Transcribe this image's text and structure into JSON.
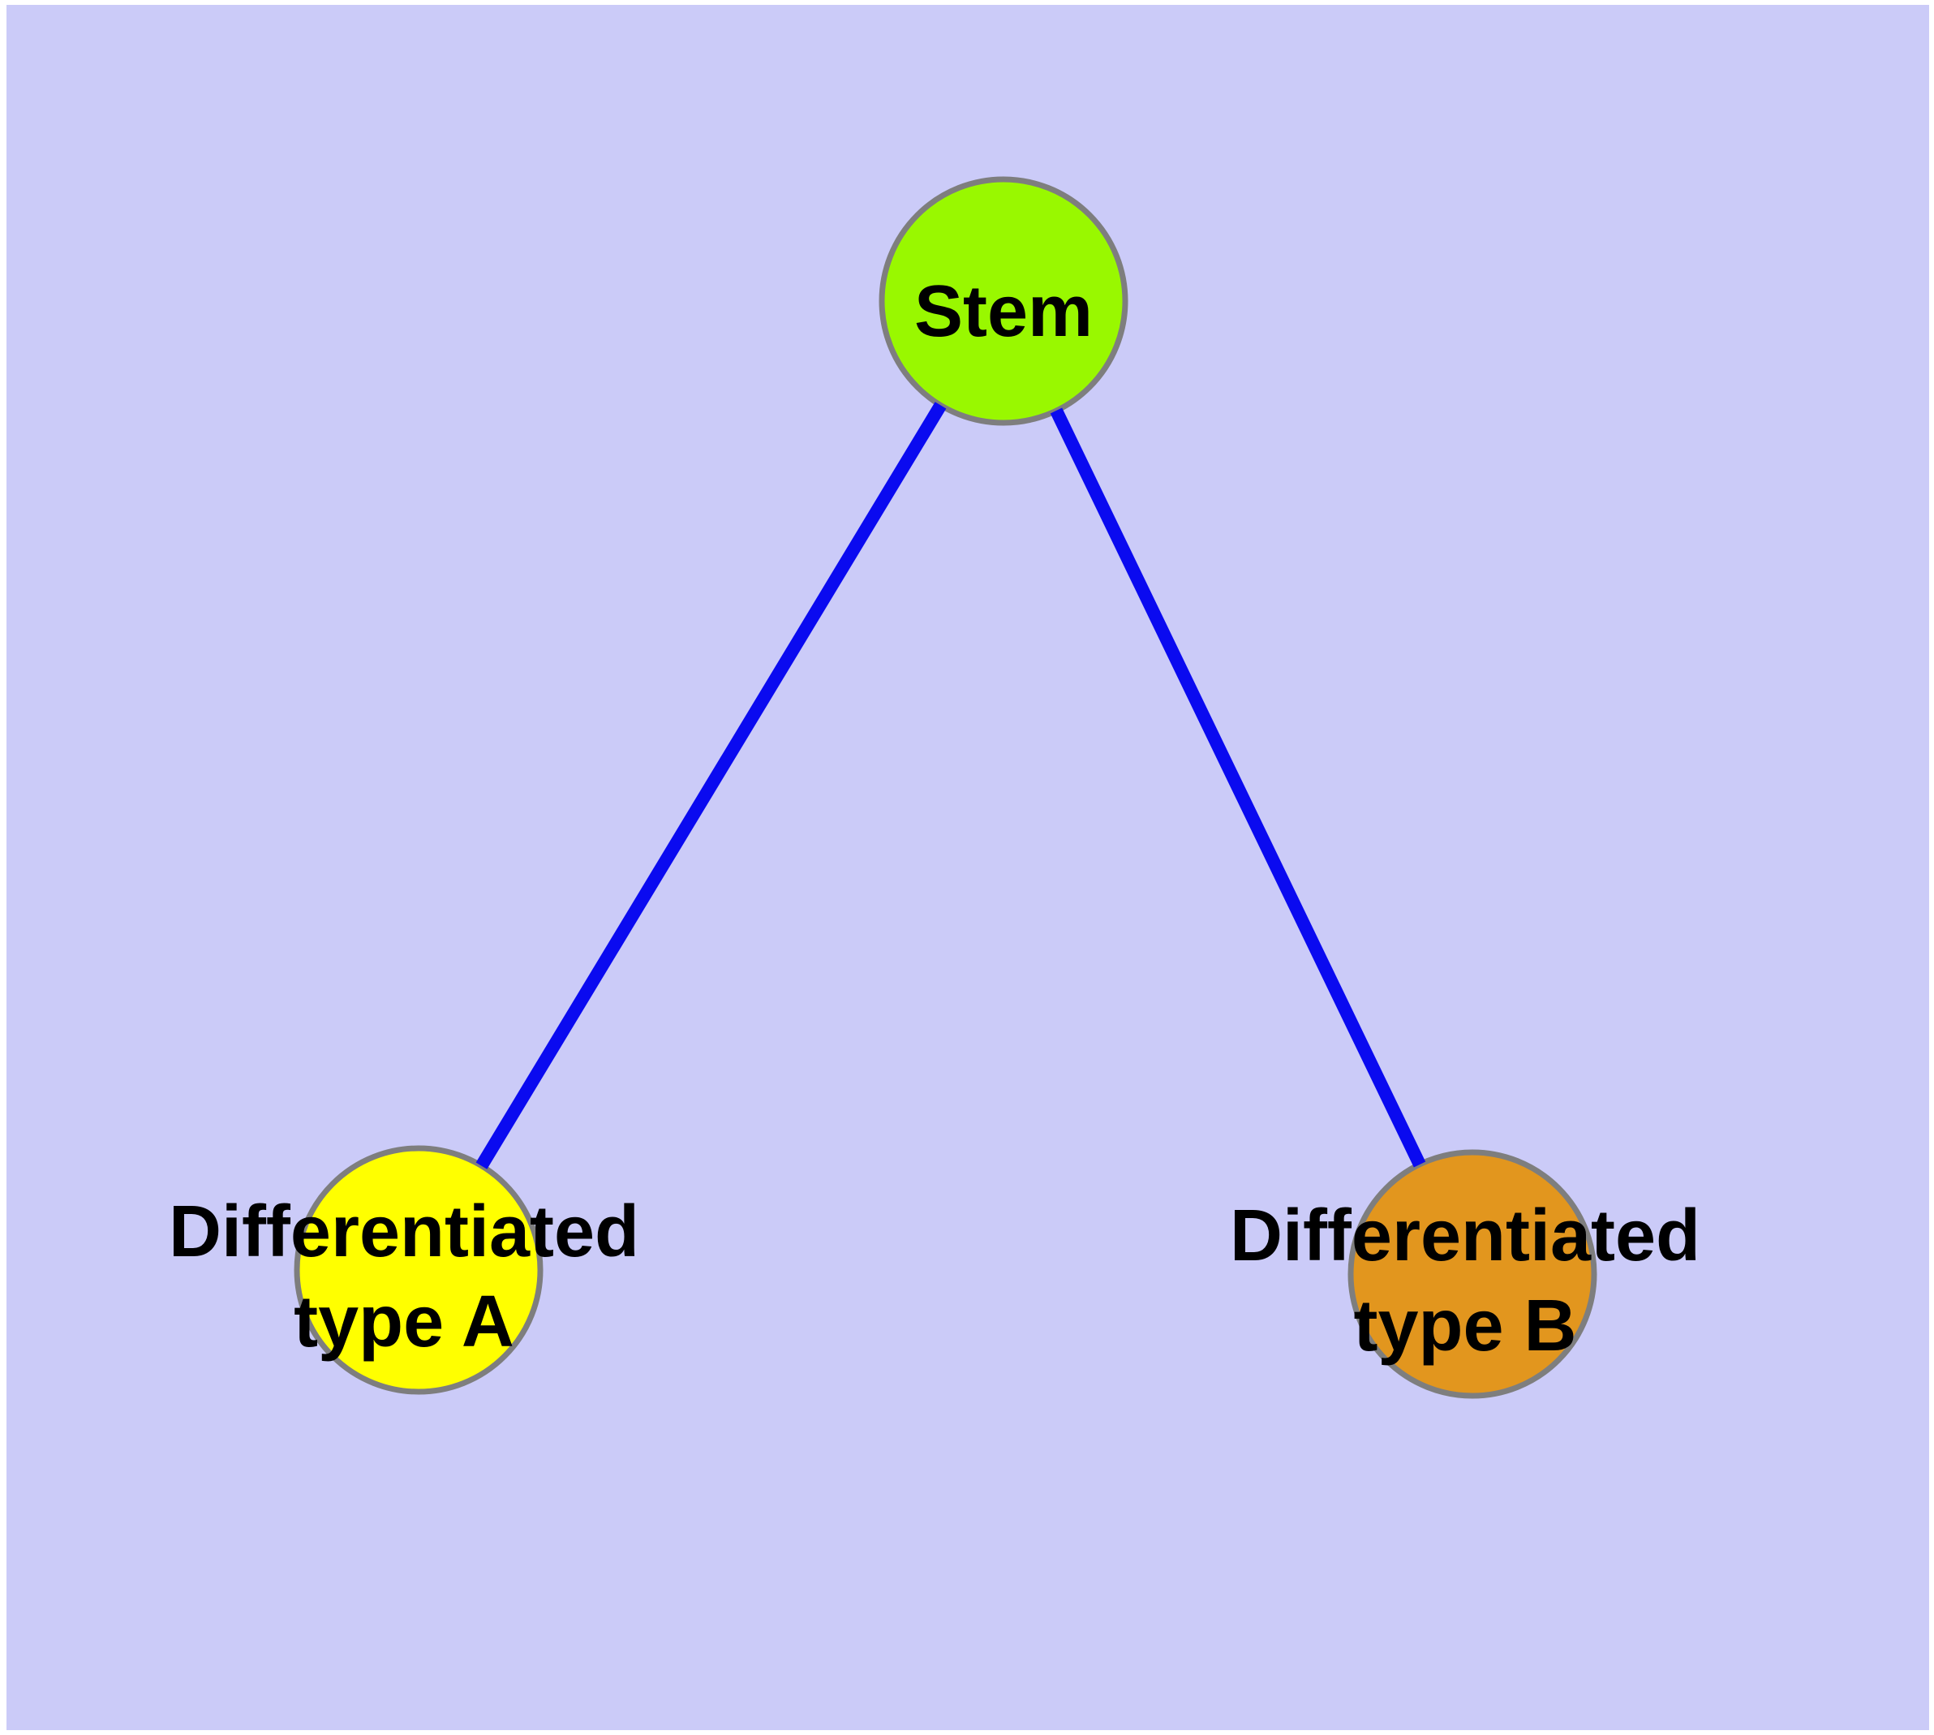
{
  "diagram": {
    "title": "Stem cell differentiation graph",
    "colors": {
      "page_background": "#ffffff",
      "canvas_bg": "#cbcbf8",
      "edge": "#0a0af0",
      "node_border": "#7e7e7e",
      "text": "#000000"
    },
    "nodes": [
      {
        "id": "stem",
        "label_lines": [
          "Stem"
        ],
        "color": "#99f800"
      },
      {
        "id": "diff-a",
        "label_lines": [
          "Differentiated",
          "type A"
        ],
        "color": "#ffff00"
      },
      {
        "id": "diff-b",
        "label_lines": [
          "Differentiated",
          "type B"
        ],
        "color": "#e2961e"
      }
    ],
    "edges": [
      {
        "from": "stem",
        "to": "diff-a"
      },
      {
        "from": "stem",
        "to": "diff-b"
      }
    ]
  }
}
